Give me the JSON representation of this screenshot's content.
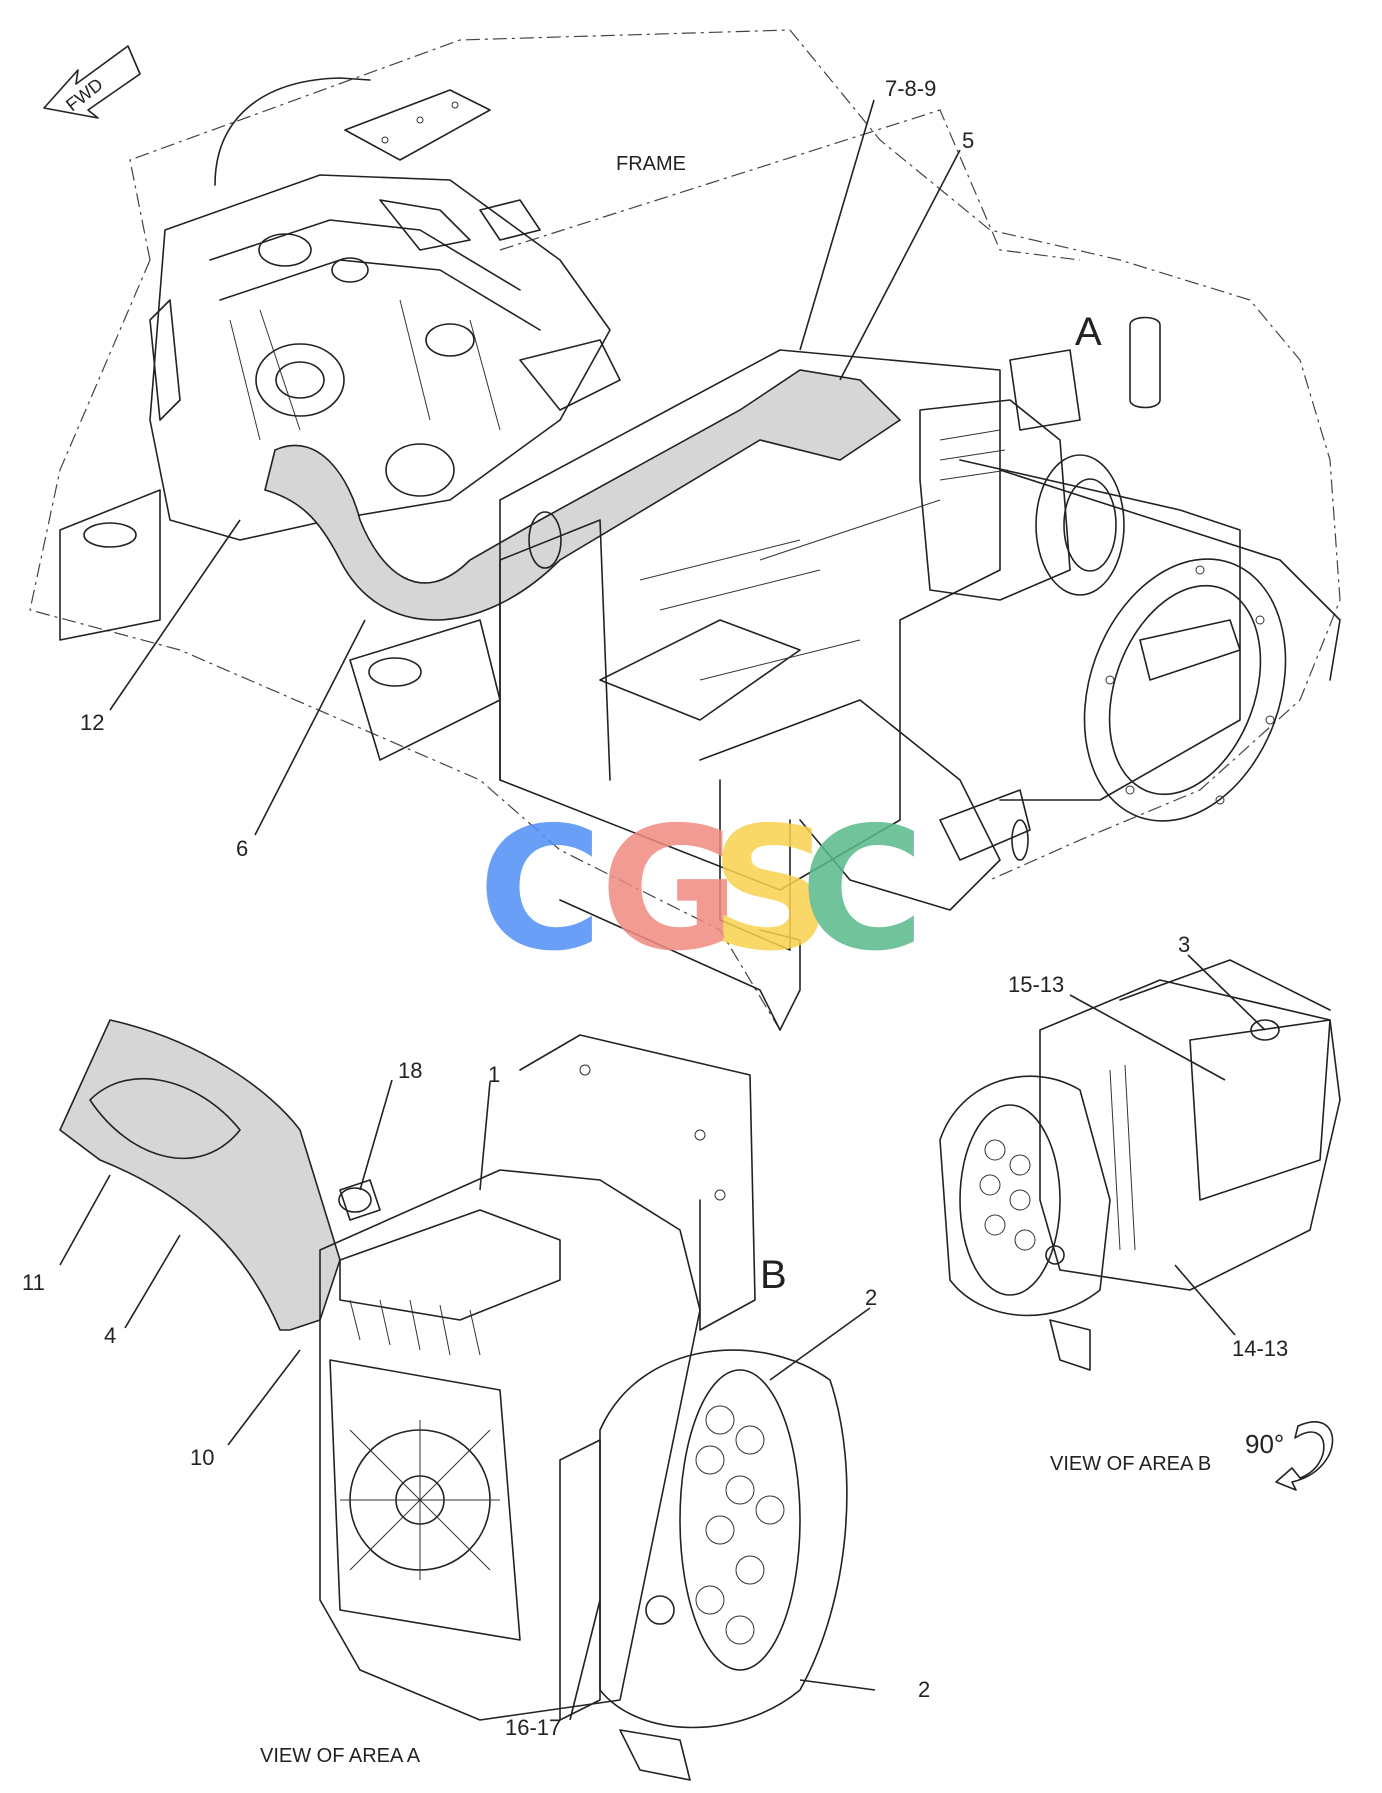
{
  "diagram": {
    "fwd_arrow": "FWD",
    "frame_label": "FRAME",
    "area_a_label": "A",
    "area_b_label": "B",
    "caption_view_a": "VIEW OF AREA A",
    "caption_view_b": "VIEW OF AREA B",
    "rotation_label": "90°",
    "callouts": {
      "c1": "1",
      "c2a": "2",
      "c2b": "2",
      "c3": "3",
      "c4": "4",
      "c5": "5",
      "c6": "6",
      "c789": "7-8-9",
      "c10": "10",
      "c11": "11",
      "c12": "12",
      "c1513": "15-13",
      "c1413": "14-13",
      "c1617": "16-17",
      "c18": "18"
    }
  },
  "watermark": {
    "letters": [
      "C",
      "G",
      "S",
      "C"
    ],
    "colors": [
      "#4f8ff5",
      "#f08a80",
      "#f8d24e",
      "#58b98a"
    ]
  }
}
